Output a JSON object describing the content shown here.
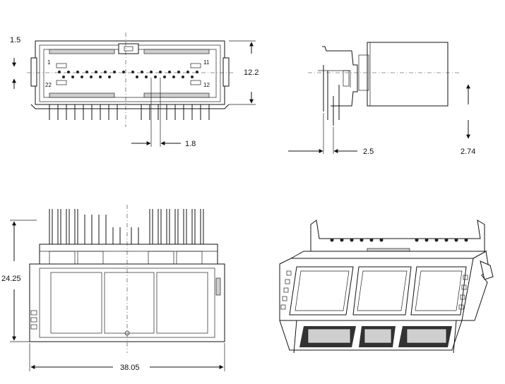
{
  "front_view": {
    "dim_top_left": "1.5",
    "dim_height": "12.2",
    "dim_pitch": "1.8",
    "pin_label_top_left": "1",
    "pin_label_top_right": "11",
    "pin_label_bottom_left": "22",
    "pin_label_bottom_right": "12"
  },
  "side_view": {
    "dim_offset": "2.5",
    "dim_pin_length": "2.74"
  },
  "top_view": {
    "dim_depth": "24.25",
    "dim_width": "38.05"
  }
}
